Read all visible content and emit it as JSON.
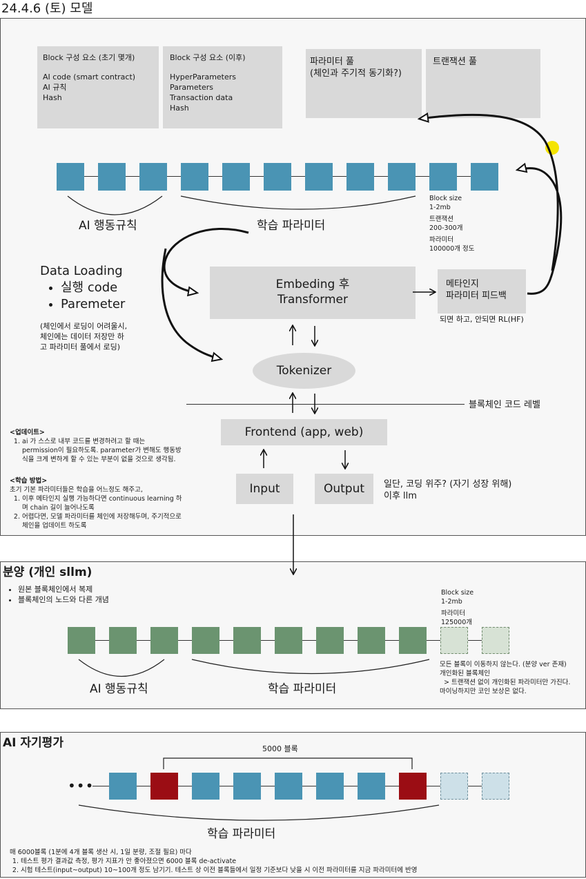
{
  "page_title": "24.4.6 (토) 모델",
  "model": {
    "box1": {
      "title": "Block 구성 요소 (초기 몇개)",
      "lines": [
        "AI code (smart contract)",
        "AI 규칙",
        "Hash"
      ]
    },
    "box2": {
      "title": "Block 구성 요소 (이후)",
      "lines": [
        "HyperParameters",
        "Parameters",
        "Transaction data",
        "Hash"
      ]
    },
    "box3": {
      "line1": "파라미터 풀",
      "line2": "(체인과 주기적 동기화?)"
    },
    "box4": {
      "title": "트랜잭션 풀"
    },
    "label_ai_rules": "AI 행동규칙",
    "label_params": "학습 파라미터",
    "block_info": [
      "Block size",
      "1-2mb",
      "트랜잭션",
      "200-300개",
      "파라미터",
      "100000개 정도"
    ],
    "data_loading": {
      "title": "Data Loading",
      "items": [
        "실행 code",
        "Paremeter"
      ]
    },
    "data_loading_note": [
      "(체인에서 로딩이 어려울시,",
      "체인에는 데이터 저장만 하",
      "고 파라미터 풀에서 로딩)"
    ],
    "embed_box": {
      "line1": "Embeding 후",
      "line2": "Transformer"
    },
    "meta_box": {
      "line1": "메타인지",
      "line2": "파라미터 피드백"
    },
    "meta_note": "되면 하고, 안되면 RL(HF)",
    "tokenizer": "Tokenizer",
    "chain_level": "블록체인 코드 레벨",
    "frontend": "Frontend (app, web)",
    "input": "Input",
    "output": "Output",
    "io_note": [
      "일단, 코딩 위주? (자기 성장 위해)",
      "이후 llm"
    ],
    "update": {
      "title": "<업데이트>",
      "items": [
        "ai 가 스스로 내부 코드를 변경하려고 할 때는 permission이 필요하도록. parameter가 변해도 행동방식을 크게 변하게 할 수 있는 부분이 없을 것으로 생각됨."
      ]
    },
    "learning": {
      "title": "<학습 방법>",
      "intro": "초기 기본 파라미터들은 학습을 어느정도 해주고,",
      "items": [
        "이후 메타인지 실행 가능하다면 continuous learning 하며 chain 길이 늘어나도록",
        "어렵다면, 모델 파라미터를 체인에 저장해두며, 주기적으로 체인을 업데이트 하도록"
      ]
    }
  },
  "distribution": {
    "title": "분양 (개인 sllm)",
    "bullets": [
      "원본 블록체인에서 복제",
      "블록체인의 노드와 다른 개념"
    ],
    "block_info": [
      "Block size",
      "1-2mb",
      "파라미터",
      "125000개"
    ],
    "label_ai_rules": "AI 행동규칙",
    "label_params": "학습 파라미터",
    "note": [
      "모든 블록이 이동하지 않는다. (분양 ver 존재)",
      "개인화된 블록체인",
      "  > 트랜잭션 없이 개인화된 파라미터만 가진다.",
      "마이닝하지만 코인 보상은 없다."
    ]
  },
  "self_eval": {
    "title": "AI 자기평가",
    "dots": "•••",
    "bracket_label": "5000 블록",
    "label_params": "학습 파라미터",
    "intro": "매 6000블록 (1분에 4개 블록 생산 시, 1일 분량, 조절 필요) 마다",
    "items": [
      "테스트 평가 결과값 측정, 평가 지표가 안 좋아졌으면 6000 블록 de-activate",
      "시험 테스트(input~output) 10~100개 정도 남기기. 테스트 상 이전 블록들에서 일정 기준보다 낮을 시 이전 파라미터를 지금 파라미터에 반영"
    ]
  },
  "colors": {
    "block_blue": "#4a94b4",
    "block_green": "#6b9470",
    "block_red": "#9b0d14",
    "box_gray": "#d9d9d9",
    "marker_yellow": "#f5e400"
  }
}
